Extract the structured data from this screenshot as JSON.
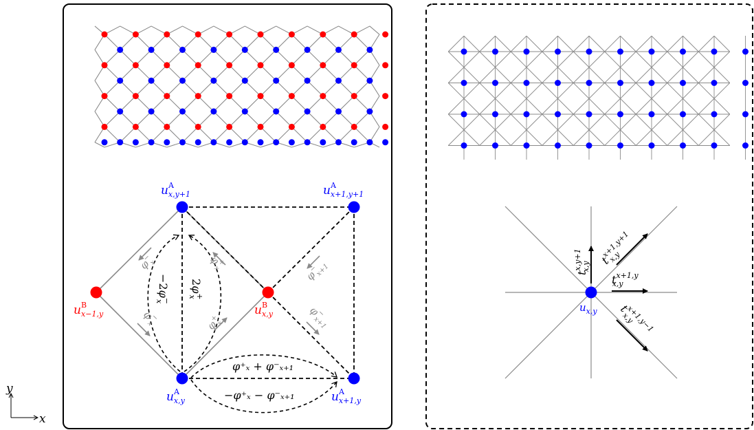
{
  "colors": {
    "sublattice_A": "#0000ff",
    "sublattice_B": "#ff0000",
    "grid_line": "#8a8a8a",
    "arrow_gray": "#8a8a8a",
    "frame": "#000000"
  },
  "axes": {
    "x_label": "x",
    "y_label": "y"
  },
  "left_panel": {
    "frame_style": "solid rounded",
    "nodes": {
      "a_x_y1": {
        "base": "u",
        "sup": "A",
        "sub": "x,y+1",
        "color": "sublattice_A"
      },
      "a_x1_y1": {
        "base": "u",
        "sup": "A",
        "sub": "x+1,y+1",
        "color": "sublattice_A"
      },
      "b_xm1": {
        "base": "u",
        "sup": "B",
        "sub": "x−1,y",
        "color": "sublattice_B"
      },
      "b_x": {
        "base": "u",
        "sup": "B",
        "sub": "x,y",
        "color": "sublattice_B"
      },
      "a_x_y": {
        "base": "u",
        "sup": "A",
        "sub": "x,y",
        "color": "sublattice_A"
      },
      "a_x1_y": {
        "base": "u",
        "sup": "A",
        "sub": "x+1,y",
        "color": "sublattice_A"
      }
    },
    "edge_labels": {
      "phi_minus_x_upper": {
        "base": "φ",
        "sup": "−",
        "sub": "x"
      },
      "phi_minus_x_lower": {
        "base": "φ",
        "sup": "−",
        "sub": "x"
      },
      "phi_plus_x_upper": {
        "base": "φ",
        "sup": "+",
        "sub": "x"
      },
      "phi_plus_x_lower": {
        "base": "φ",
        "sup": "+",
        "sub": "x"
      },
      "phi_minus_x1_a": {
        "base": "φ",
        "sup": "−",
        "sub": "x+1"
      },
      "phi_minus_x1_b": {
        "base": "φ",
        "sup": "−",
        "sub": "x+1"
      }
    },
    "loop_labels": {
      "minus_2phi_minus": {
        "coef": "−2",
        "base": "φ",
        "sup": "−",
        "sub": "x"
      },
      "two_phi_plus": {
        "coef": "2",
        "base": "φ",
        "sup": "+",
        "sub": "x"
      },
      "sum_upper": "φ⁺ₓ + φ⁻ₓ₊₁",
      "sum_lower": "−φ⁺ₓ − φ⁻ₓ₊₁"
    }
  },
  "right_panel": {
    "frame_style": "dashed rounded",
    "center_node": {
      "base": "u",
      "sub": "x,y",
      "color": "sublattice_A"
    },
    "hopping_labels": {
      "up": {
        "base": "t",
        "sup": "x,y+1",
        "sub": "x,y"
      },
      "diag_up": {
        "base": "t",
        "sup": "x+1,y+1",
        "sub": "x,y"
      },
      "right": {
        "base": "t",
        "sup": "x+1,y",
        "sub": "x,y"
      },
      "diag_down": {
        "base": "t",
        "sup": "x+1,y−1",
        "sub": "x,y"
      }
    }
  }
}
